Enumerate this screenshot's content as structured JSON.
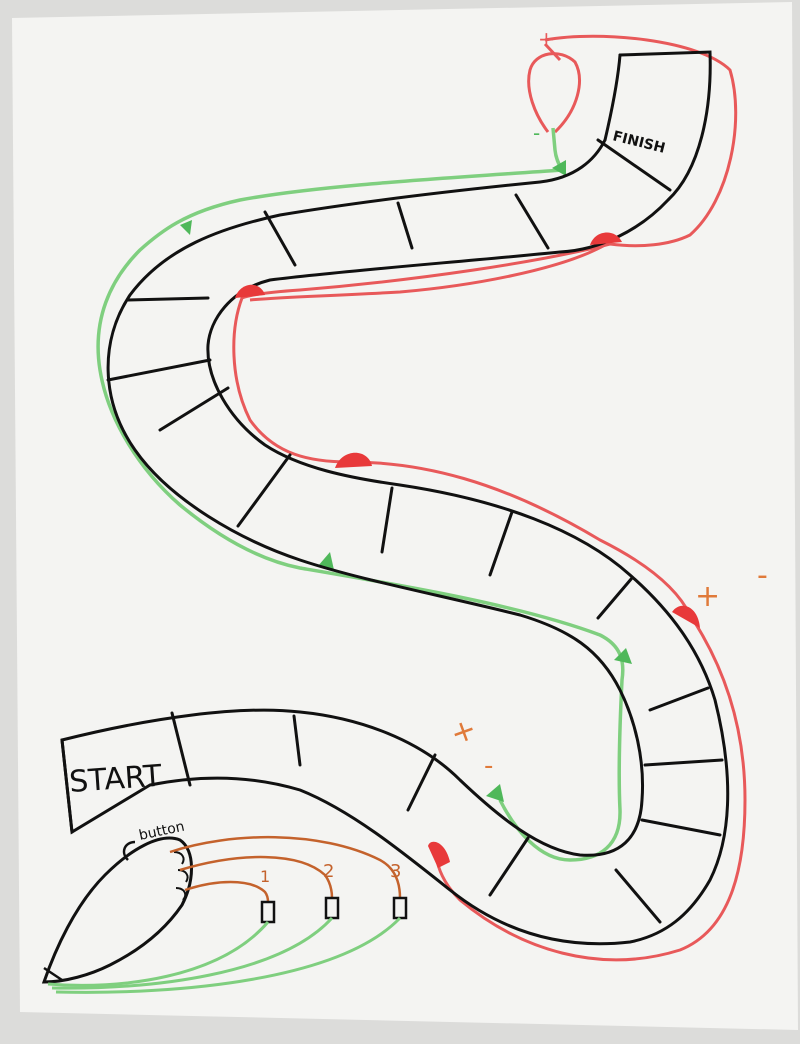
{
  "labels": {
    "start": "START",
    "finish": "FINISH",
    "button": "button",
    "led_1": "1",
    "led_2": "2",
    "led_3": "3",
    "plus_top": "+",
    "minus_top": "-",
    "plus_right": "+",
    "minus_right": "-",
    "plus_left": "+",
    "minus_left": "-"
  },
  "colors": {
    "paper": "#f4f4f2",
    "ink": "#111111",
    "red_wire": "#e8595a",
    "green_wire": "#7fcf7f",
    "orange_wire": "#c4622c",
    "orange_mark": "#e07a3a",
    "marker_red": "#e8393a",
    "marker_green": "#4fb85a"
  }
}
